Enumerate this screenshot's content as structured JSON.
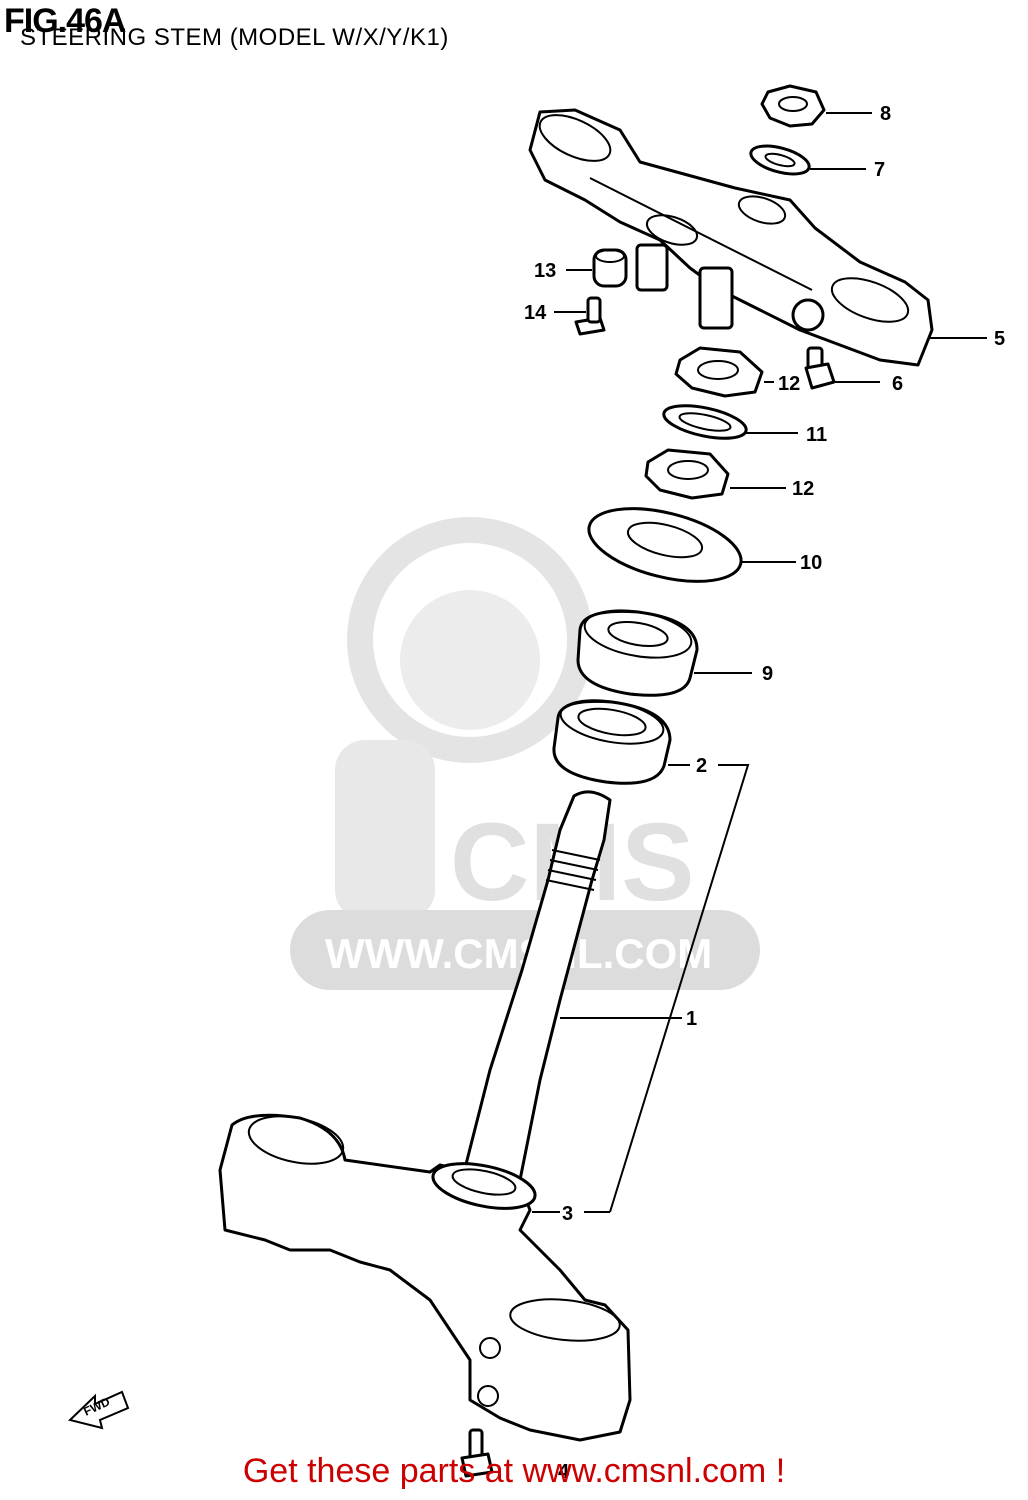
{
  "figure": {
    "title": "FIG.46A",
    "subtitle": "STEERING STEM (MODEL W/X/Y/K1)"
  },
  "watermark": {
    "logo_text": "CMS",
    "url_text": "WWW.CMSNL.COM",
    "color": "#d8d8d8"
  },
  "fwd_label": "FWD",
  "footer": {
    "text": "Get these parts at www.cmsnl.com !",
    "color": "#cc0000"
  },
  "callouts": {
    "c8": "8",
    "c7": "7",
    "c13": "13",
    "c14": "14",
    "c5": "5",
    "c12a": "12",
    "c6": "6",
    "c11": "11",
    "c12b": "12",
    "c10": "10",
    "c9": "9",
    "c2": "2",
    "c1": "1",
    "c3": "3",
    "c4": "4"
  }
}
